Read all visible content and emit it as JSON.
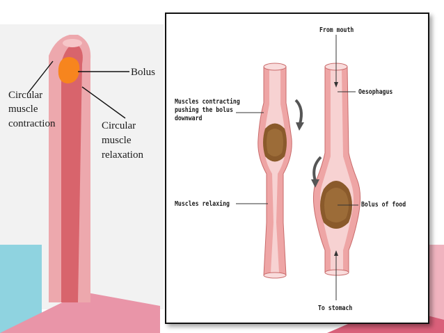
{
  "left_diagram": {
    "bolus": "Bolus",
    "contraction": [
      "Circular",
      "muscle",
      "contraction"
    ],
    "relaxation": [
      "Circular",
      "muscle",
      "relaxation"
    ]
  },
  "right_diagram": {
    "from_mouth": "From mouth",
    "oesophagus": "Oesophagus",
    "muscles_contracting": [
      "Muscles contracting",
      "pushing the bolus",
      "downward"
    ],
    "muscles_relaxing": "Muscles relaxing",
    "bolus_of_food": "Bolus of food",
    "to_stomach": "To stomach"
  },
  "colors": {
    "tube_outer": "#e8a0a0",
    "tube_inner": "#c9555a",
    "bolus_orange": "#f7851e",
    "bolus_brown": "#8a5a2b",
    "accent_teal": "#7ecad9",
    "accent_pink": "#e0607e"
  }
}
